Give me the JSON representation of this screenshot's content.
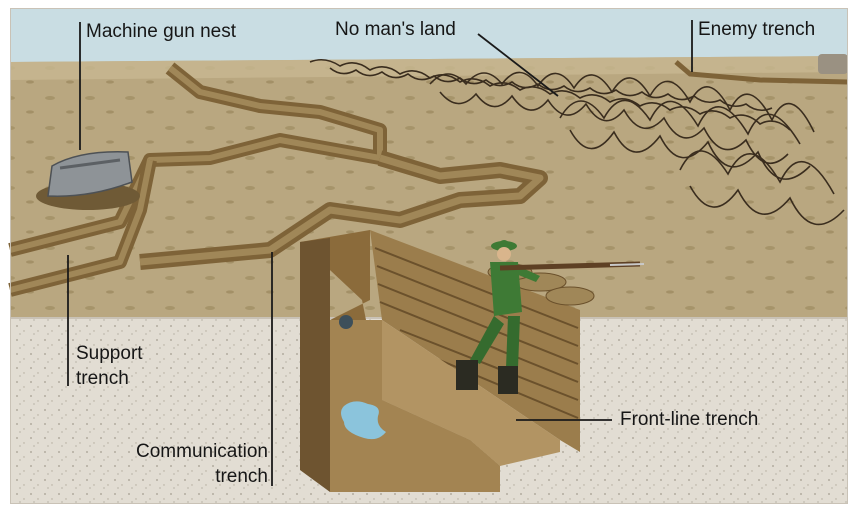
{
  "labels": {
    "machine_gun_nest": "Machine gun nest",
    "no_mans_land": "No man's land",
    "enemy_trench": "Enemy trench",
    "support_trench": [
      "Support",
      "trench"
    ],
    "communication_trench": [
      "Communication",
      "trench"
    ],
    "front_line_trench": "Front-line trench"
  },
  "colors": {
    "sky": "#c9dde3",
    "ground": "#b9a780",
    "soil_cut": "#e2ddd3",
    "trench_wall": "#7e6338",
    "sandbag": "#a08758",
    "wire": "#3a2d1e",
    "soldier": "#3e7a35",
    "label_text": "#161616",
    "leader_line": "#1a1a1a"
  },
  "icons": [
    "machine-gun-nest-icon",
    "soldier-figure",
    "barbed-wire",
    "water-puddle-icon"
  ]
}
